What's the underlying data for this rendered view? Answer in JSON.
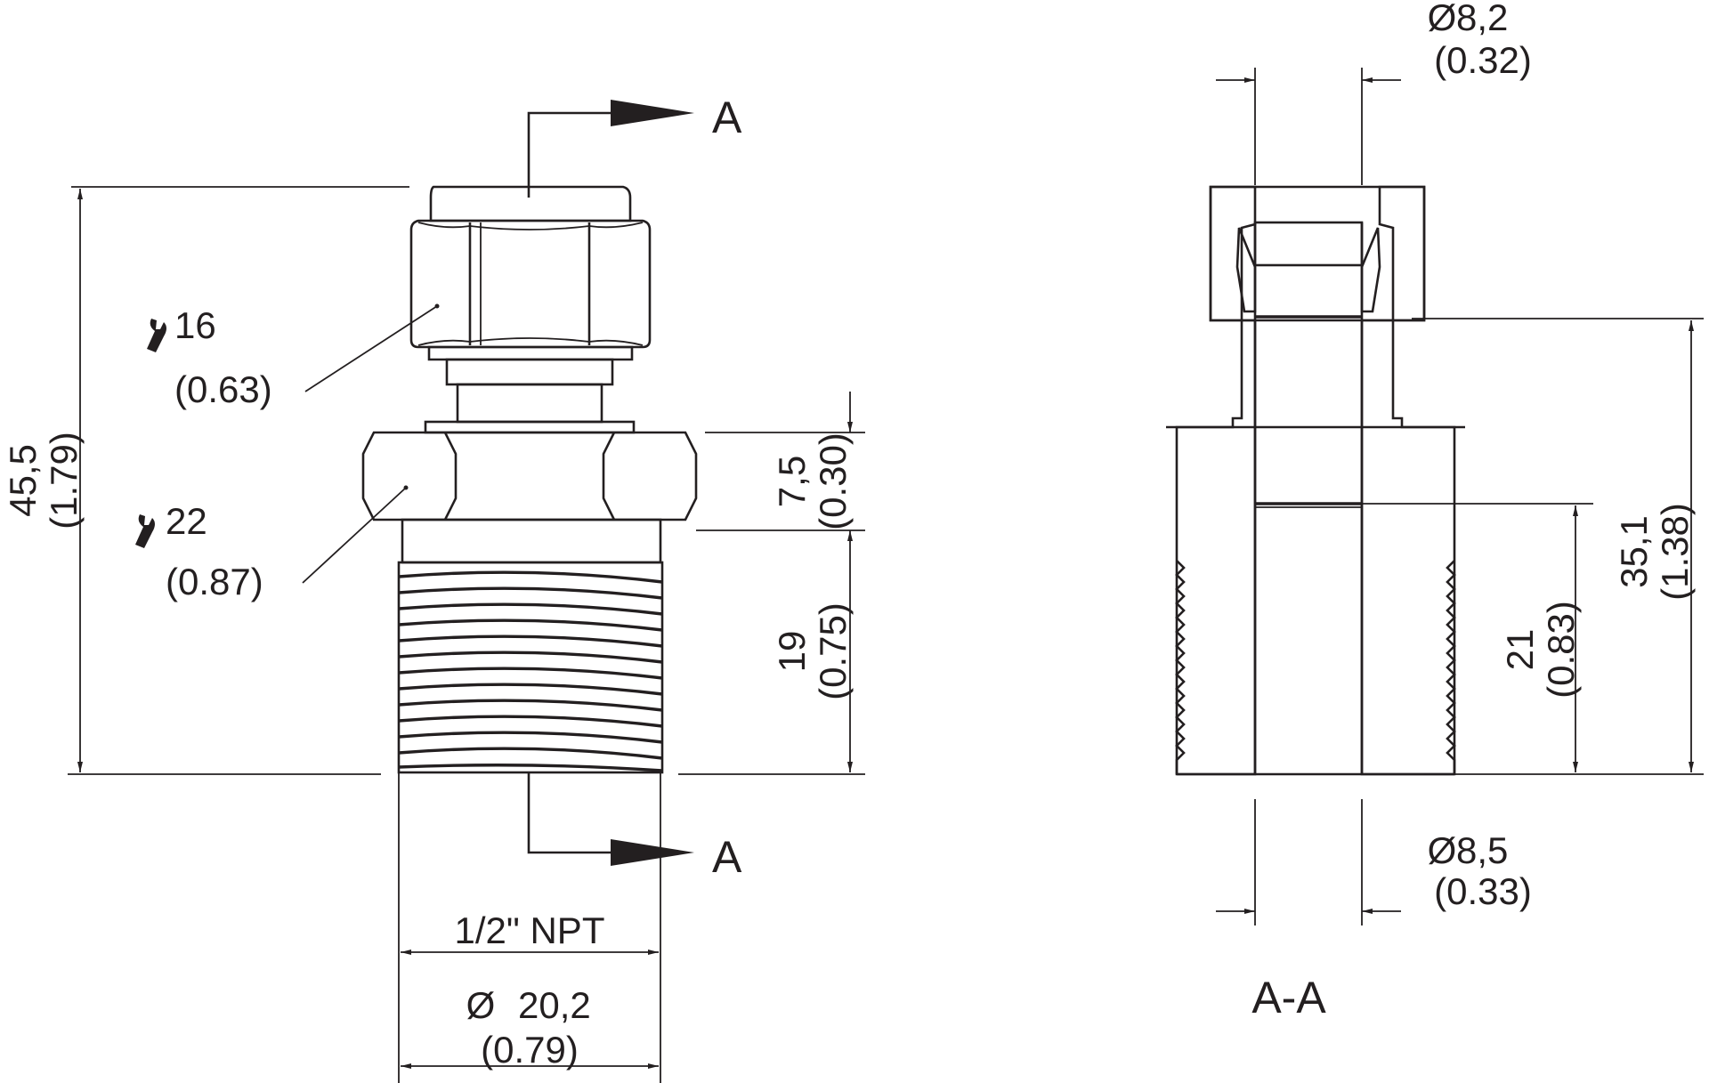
{
  "section_marks": {
    "top": "A",
    "bottom": "A",
    "view_title": "A-A"
  },
  "wrench_sizes": [
    {
      "mm": "16",
      "inch": "(0.63)"
    },
    {
      "mm": "22",
      "inch": "(0.87)"
    }
  ],
  "dimensions": {
    "overall_height": {
      "mm": "45,5",
      "inch": "(1.79)"
    },
    "hex_height": {
      "mm": "7,5",
      "inch": "(0.30)"
    },
    "thread_length": {
      "mm": "19",
      "inch": "(0.75)"
    },
    "thread_spec": "1/2\" NPT",
    "thread_diameter": {
      "mm": "20,2",
      "inch": "(0.79)"
    },
    "tube_od": {
      "mm": "8,2",
      "inch": "(0.32)"
    },
    "bore_diameter": {
      "mm": "8,5",
      "inch": "(0.33)"
    },
    "section_height": {
      "mm": "35,1",
      "inch": "(1.38)"
    },
    "bore_depth": {
      "mm": "21",
      "inch": "(0.83)"
    }
  },
  "symbols": {
    "diameter": "Ø",
    "wrench": "wrench-icon"
  }
}
